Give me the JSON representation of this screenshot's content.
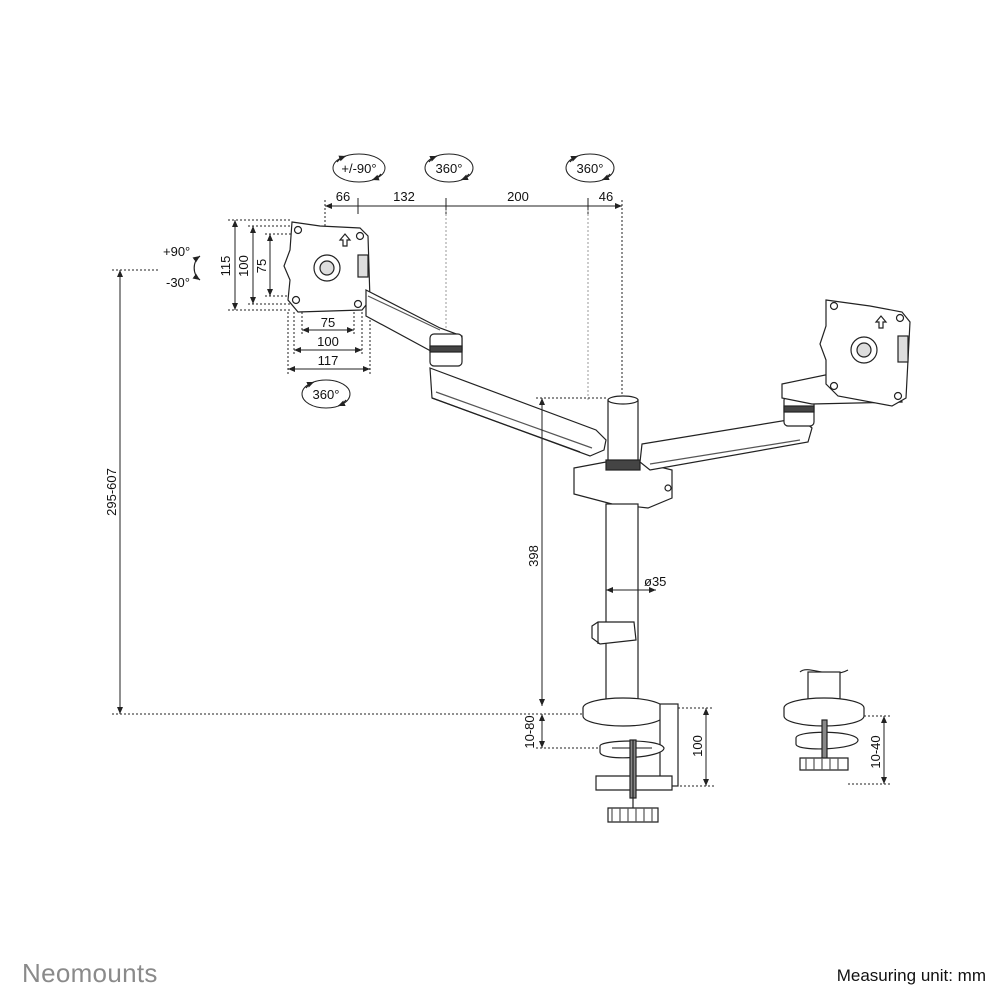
{
  "brand": "Neomounts",
  "unit_note": "Measuring unit: mm",
  "rotation_badges": {
    "tilt": "+/-90°",
    "mid_joint": "360°",
    "pole_joint": "360°",
    "plate": "360°"
  },
  "tilt": {
    "up": "+90°",
    "down": "-30°"
  },
  "top_dims": [
    "66",
    "132",
    "200",
    "46"
  ],
  "vesa_vertical": [
    "115",
    "100",
    "75"
  ],
  "vesa_horizontal": [
    "75",
    "100",
    "117"
  ],
  "height_range": "295-607",
  "pole_height": "398",
  "pole_diameter": "ø35",
  "clamp_range": "10-80",
  "clamp_height": "100",
  "grommet_range": "10-40",
  "colors": {
    "line": "#222222",
    "fill": "#ffffff",
    "shade": "#d9d9d9",
    "dark": "#444444",
    "brand": "#8a8a8a"
  }
}
